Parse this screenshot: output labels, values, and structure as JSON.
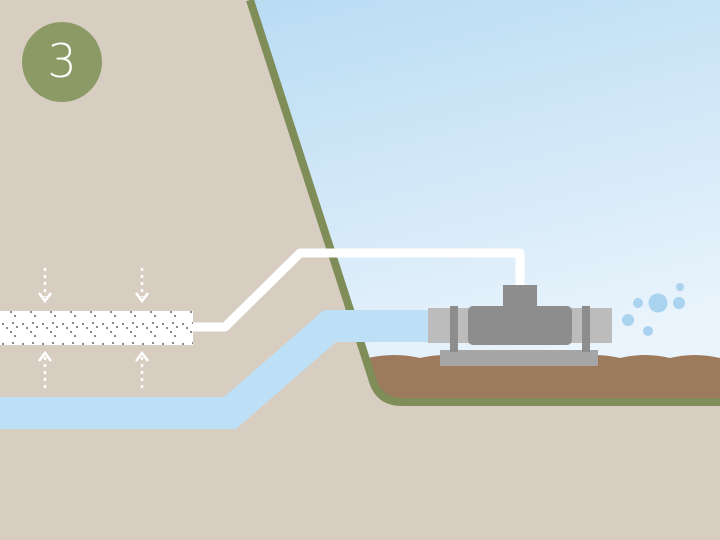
{
  "step_badge": {
    "number": "3"
  },
  "colors": {
    "soil": "#d8cdc1",
    "sky_top": "#b9dcf3",
    "sky_bottom": "#eaf4fc",
    "embankment_edge": "#7f8d59",
    "badge": "#8c9a66",
    "mud": "#9c7a5b",
    "water_pipe": "#bde0f6",
    "air_hose": "#ffffff",
    "pump_body": "#8d8d8d",
    "pump_frame": "#a6a6a6",
    "pump_pipe": "#bcbcbc",
    "arrow": "#ffffff",
    "bubble": "#a9d3ee"
  },
  "icons": {
    "badge": "numbered-circle",
    "pressure_arrows": "dotted-arrow",
    "pump": "pump-icon",
    "bubbles": "air-bubbles"
  }
}
